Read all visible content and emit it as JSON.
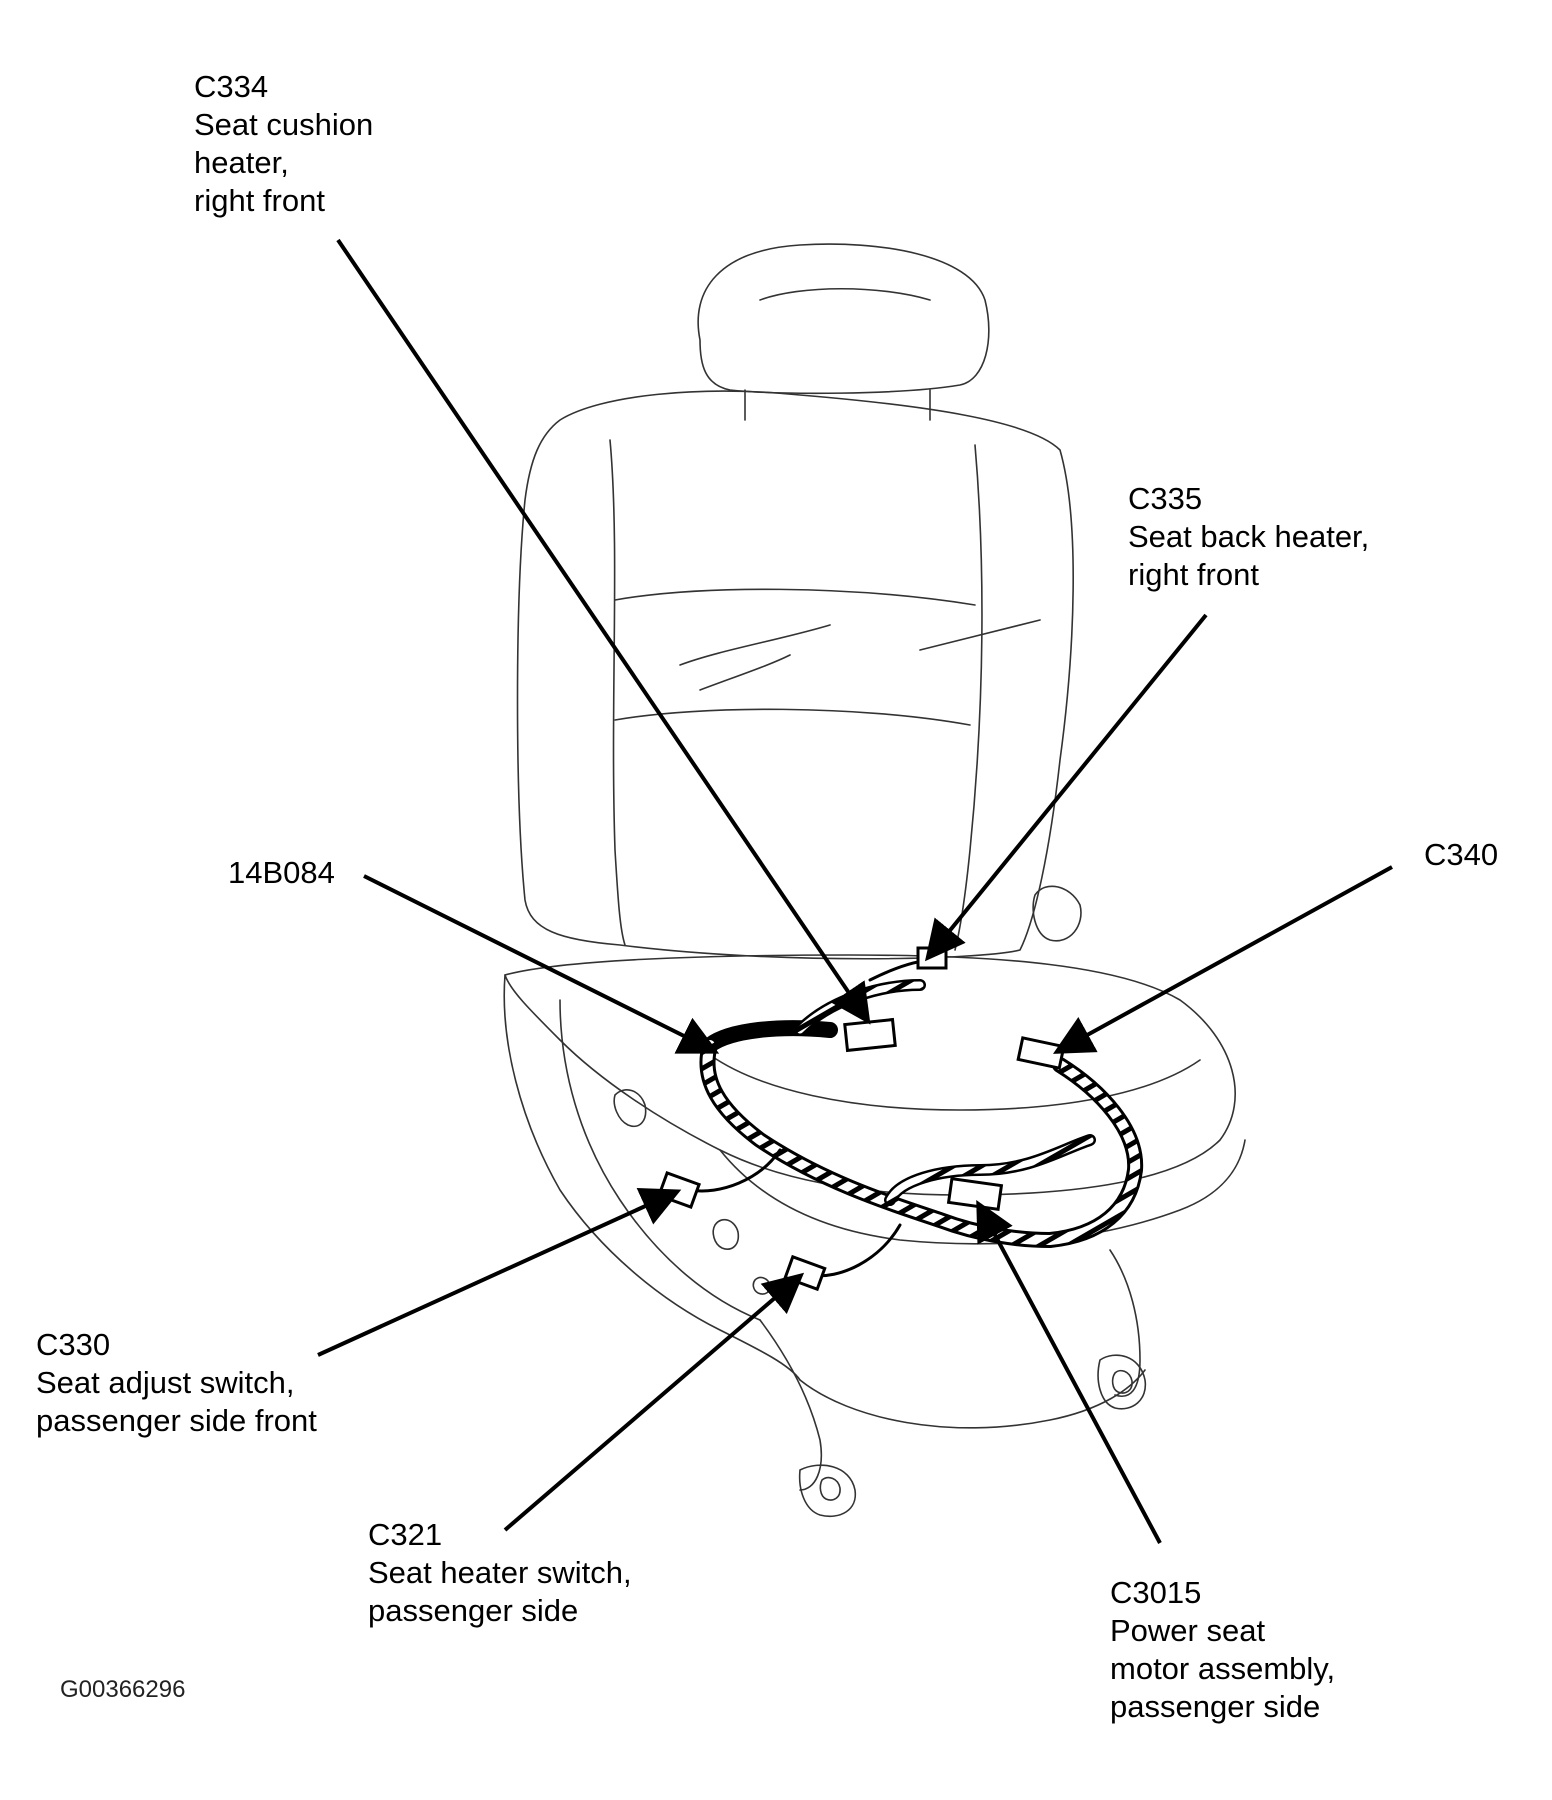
{
  "diagram": {
    "subject": "front passenger seat wiring harness connector locations",
    "figure_id": "G00366296",
    "colors": {
      "line": "#000000",
      "background": "#ffffff"
    },
    "callouts": [
      {
        "id": "c334",
        "code": "C334",
        "lines": [
          "Seat cushion",
          "heater,",
          "right front"
        ]
      },
      {
        "id": "c335",
        "code": "C335",
        "lines": [
          "Seat back heater,",
          "right front"
        ]
      },
      {
        "id": "14b084",
        "code": "14B084",
        "lines": []
      },
      {
        "id": "c340",
        "code": "C340",
        "lines": []
      },
      {
        "id": "c330",
        "code": "C330",
        "lines": [
          "Seat adjust switch,",
          "passenger side front"
        ]
      },
      {
        "id": "c321",
        "code": "C321",
        "lines": [
          "Seat heater switch,",
          "passenger side"
        ]
      },
      {
        "id": "c3015",
        "code": "C3015",
        "lines": [
          "Power seat",
          "motor assembly,",
          "passenger side"
        ]
      }
    ]
  }
}
